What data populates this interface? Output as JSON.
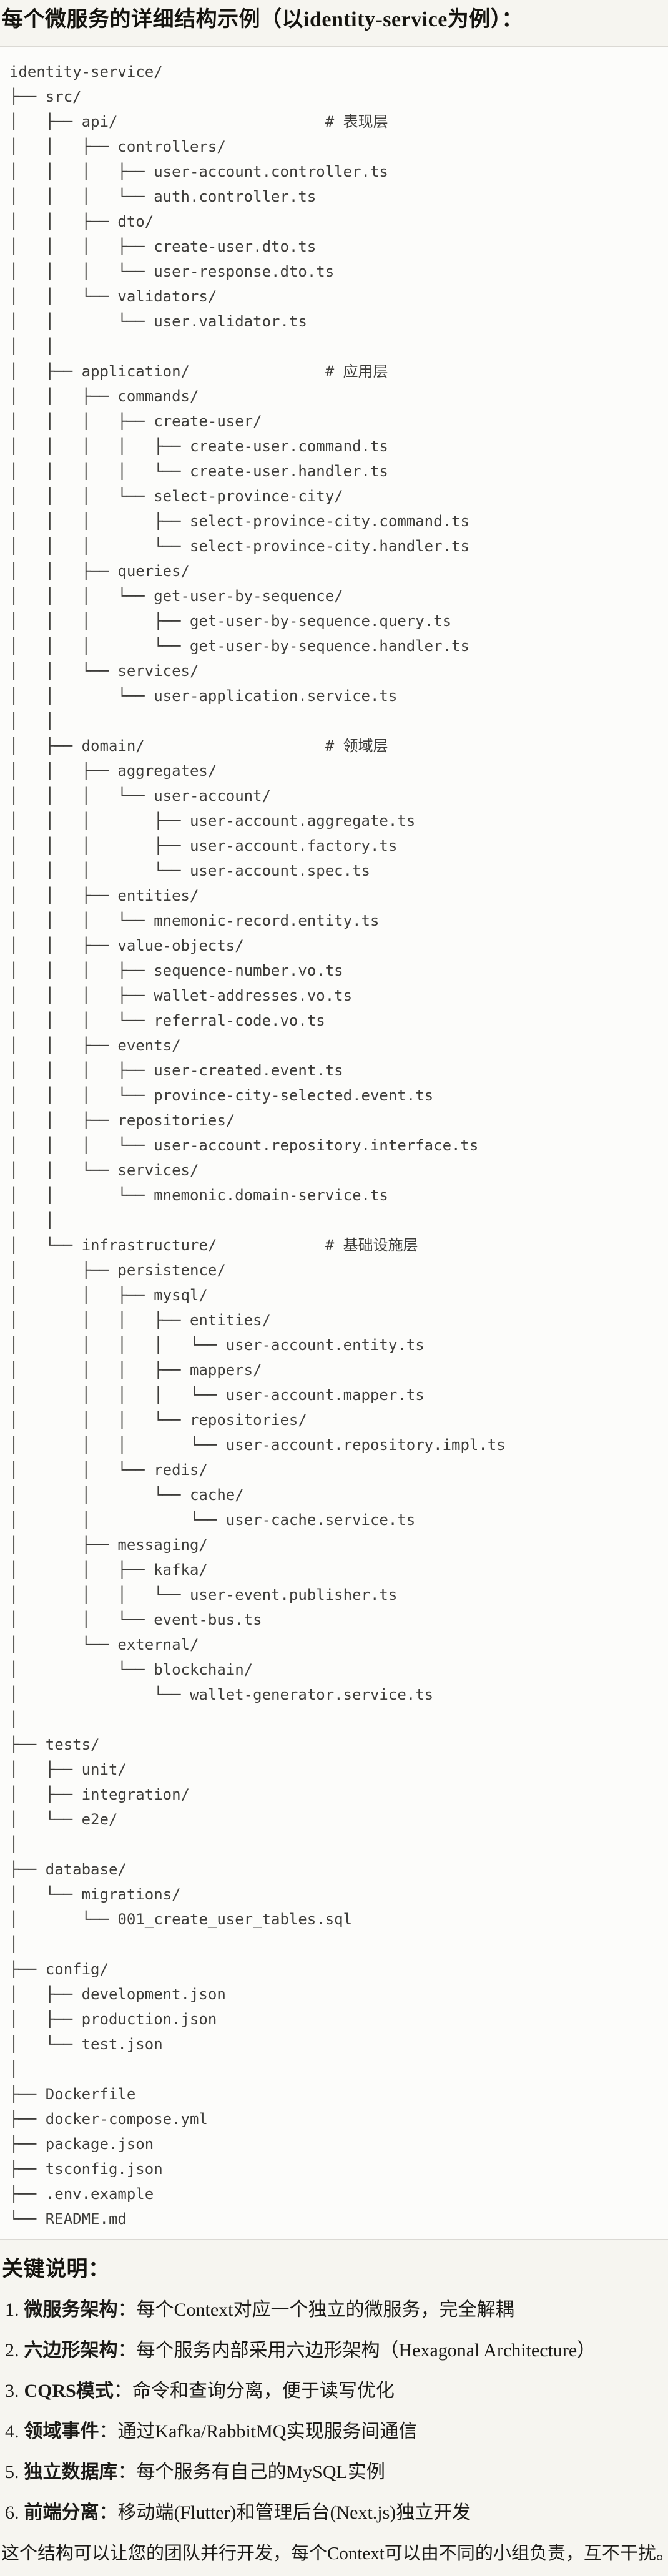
{
  "page": {
    "title": "每个微服务的详细结构示例（以identity-service为例）："
  },
  "tree": {
    "lines": [
      "identity-service/",
      "├── src/",
      "│   ├── api/                       # 表现层",
      "│   │   ├── controllers/",
      "│   │   │   ├── user-account.controller.ts",
      "│   │   │   └── auth.controller.ts",
      "│   │   ├── dto/",
      "│   │   │   ├── create-user.dto.ts",
      "│   │   │   └── user-response.dto.ts",
      "│   │   └── validators/",
      "│   │       └── user.validator.ts",
      "│   │",
      "│   ├── application/               # 应用层",
      "│   │   ├── commands/",
      "│   │   │   ├── create-user/",
      "│   │   │   │   ├── create-user.command.ts",
      "│   │   │   │   └── create-user.handler.ts",
      "│   │   │   └── select-province-city/",
      "│   │   │       ├── select-province-city.command.ts",
      "│   │   │       └── select-province-city.handler.ts",
      "│   │   ├── queries/",
      "│   │   │   └── get-user-by-sequence/",
      "│   │   │       ├── get-user-by-sequence.query.ts",
      "│   │   │       └── get-user-by-sequence.handler.ts",
      "│   │   └── services/",
      "│   │       └── user-application.service.ts",
      "│   │",
      "│   ├── domain/                    # 领域层",
      "│   │   ├── aggregates/",
      "│   │   │   └── user-account/",
      "│   │   │       ├── user-account.aggregate.ts",
      "│   │   │       ├── user-account.factory.ts",
      "│   │   │       └── user-account.spec.ts",
      "│   │   ├── entities/",
      "│   │   │   └── mnemonic-record.entity.ts",
      "│   │   ├── value-objects/",
      "│   │   │   ├── sequence-number.vo.ts",
      "│   │   │   ├── wallet-addresses.vo.ts",
      "│   │   │   └── referral-code.vo.ts",
      "│   │   ├── events/",
      "│   │   │   ├── user-created.event.ts",
      "│   │   │   └── province-city-selected.event.ts",
      "│   │   ├── repositories/",
      "│   │   │   └── user-account.repository.interface.ts",
      "│   │   └── services/",
      "│   │       └── mnemonic.domain-service.ts",
      "│   │",
      "│   └── infrastructure/            # 基础设施层",
      "│       ├── persistence/",
      "│       │   ├── mysql/",
      "│       │   │   ├── entities/",
      "│       │   │   │   └── user-account.entity.ts",
      "│       │   │   ├── mappers/",
      "│       │   │   │   └── user-account.mapper.ts",
      "│       │   │   └── repositories/",
      "│       │   │       └── user-account.repository.impl.ts",
      "│       │   └── redis/",
      "│       │       └── cache/",
      "│       │           └── user-cache.service.ts",
      "│       ├── messaging/",
      "│       │   ├── kafka/",
      "│       │   │   └── user-event.publisher.ts",
      "│       │   └── event-bus.ts",
      "│       └── external/",
      "│           └── blockchain/",
      "│               └── wallet-generator.service.ts",
      "│",
      "├── tests/",
      "│   ├── unit/",
      "│   ├── integration/",
      "│   └── e2e/",
      "│",
      "├── database/",
      "│   └── migrations/",
      "│       └── 001_create_user_tables.sql",
      "│",
      "├── config/",
      "│   ├── development.json",
      "│   ├── production.json",
      "│   └── test.json",
      "│",
      "├── Dockerfile",
      "├── docker-compose.yml",
      "├── package.json",
      "├── tsconfig.json",
      "├── .env.example",
      "└── README.md"
    ]
  },
  "notes": {
    "heading": "关键说明：",
    "items": [
      {
        "num": "1.",
        "term": "微服务架构",
        "colon": "：",
        "desc": "每个Context对应一个独立的微服务，完全解耦"
      },
      {
        "num": "2.",
        "term": "六边形架构",
        "colon": "：",
        "desc": "每个服务内部采用六边形架构（Hexagonal Architecture）"
      },
      {
        "num": "3.",
        "term": "CQRS模式",
        "colon": "：",
        "desc": "命令和查询分离，便于读写优化"
      },
      {
        "num": "4.",
        "term": "领域事件",
        "colon": "：",
        "desc": "通过Kafka/RabbitMQ实现服务间通信"
      },
      {
        "num": "5.",
        "term": "独立数据库",
        "colon": "：",
        "desc": "每个服务有自己的MySQL实例"
      },
      {
        "num": "6.",
        "term": "前端分离",
        "colon": "：",
        "desc": "移动端(Flutter)和管理后台(Next.js)独立开发"
      }
    ],
    "footer": "这个结构可以让您的团队并行开发，每个Context可以由不同的小组负责，互不干扰。"
  },
  "colors": {
    "page_bg": "#f6f5f0",
    "code_bg": "#fcfcfa",
    "border": "#dbd9d4",
    "tree_text": "#3e3d3a",
    "body_text": "#1c1b18",
    "title_text": "#15140f"
  }
}
